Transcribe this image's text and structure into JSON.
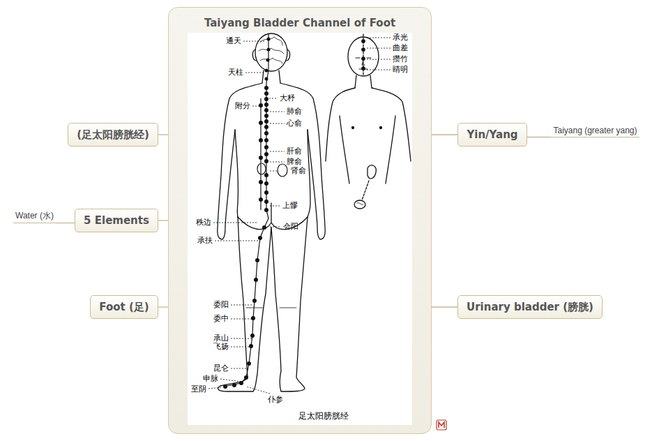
{
  "diagram": {
    "nodes": [
      {
        "text": [
          "Taiyang Bladder Channel of Foot"
        ]
      },
      {
        "text": [
          "(足太阳膀胱经)"
        ]
      },
      {
        "text": [
          "5 Elements"
        ]
      },
      {
        "text": [
          "Water (水)"
        ]
      },
      {
        "text": [
          "Foot (足)"
        ]
      },
      {
        "text": [
          "Yin/Yang"
        ]
      },
      {
        "text": [
          "Taiyang (greater yang)"
        ]
      },
      {
        "text": [
          "Urinary bladder (膀胱)"
        ]
      }
    ],
    "edges": [
      {
        "from": 0,
        "to": 1,
        "arrow": "none"
      },
      {
        "from": 0,
        "to": 2,
        "arrow": "none"
      },
      {
        "from": 2,
        "to": 3,
        "arrow": "none"
      },
      {
        "from": 0,
        "to": 4,
        "arrow": "none"
      },
      {
        "from": 0,
        "to": 5,
        "arrow": "none"
      },
      {
        "from": 5,
        "to": 6,
        "arrow": "none"
      },
      {
        "from": 0,
        "to": 7,
        "arrow": "none"
      }
    ],
    "labels": [
      "通天",
      "天柱",
      "附分",
      "大杼",
      "肺俞",
      "心俞",
      "肝俞",
      "脾俞",
      "肾俞",
      "上髎",
      "秩边",
      "会阳",
      "承扶",
      "委阳",
      "委中",
      "承山",
      "飞扬",
      "昆仑",
      "申脉",
      "至阴",
      "仆参",
      "承光",
      "曲差",
      "攒竹",
      "睛明",
      "足太阳膀胱经"
    ]
  }
}
